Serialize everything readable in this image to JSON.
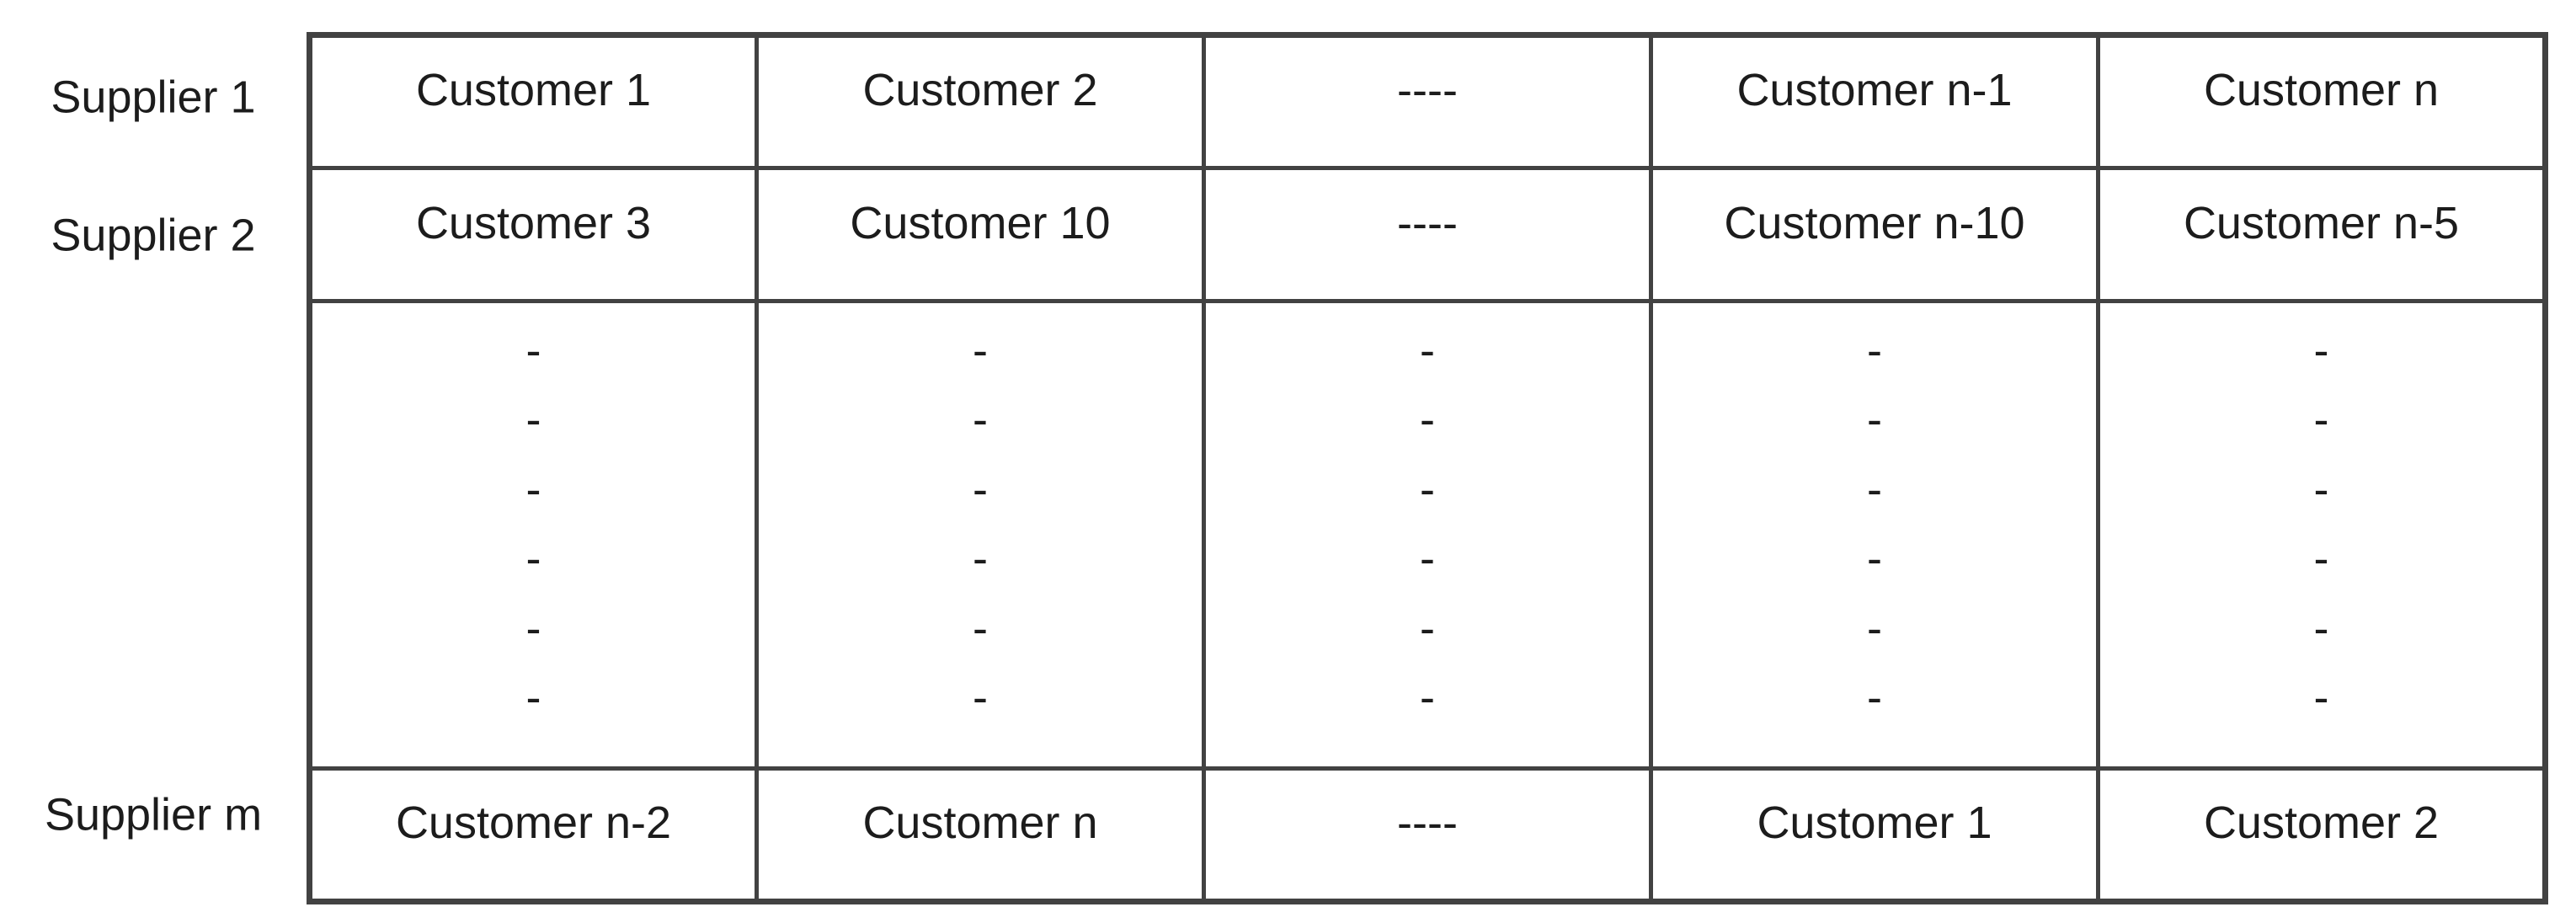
{
  "figure": {
    "row_labels": [
      {
        "label": "Supplier 1"
      },
      {
        "label": "Supplier 2"
      },
      {
        "label": "Supplier m"
      }
    ],
    "rows": [
      {
        "cells": [
          "Customer 1",
          "Customer 2",
          "----",
          "Customer n-1",
          "Customer n"
        ]
      },
      {
        "cells": [
          "Customer 3",
          "Customer 10",
          "----",
          "Customer n-10",
          "Customer n-5"
        ]
      },
      {
        "cells": [
          "Customer n-2",
          "Customer n",
          "----",
          "Customer 1",
          "Customer 2"
        ]
      }
    ],
    "vertical_ellipsis": {
      "dash": "-",
      "count": 6
    },
    "colors": {
      "border": "#424242",
      "text": "#1c1c1c",
      "background": "#ffffff"
    }
  }
}
